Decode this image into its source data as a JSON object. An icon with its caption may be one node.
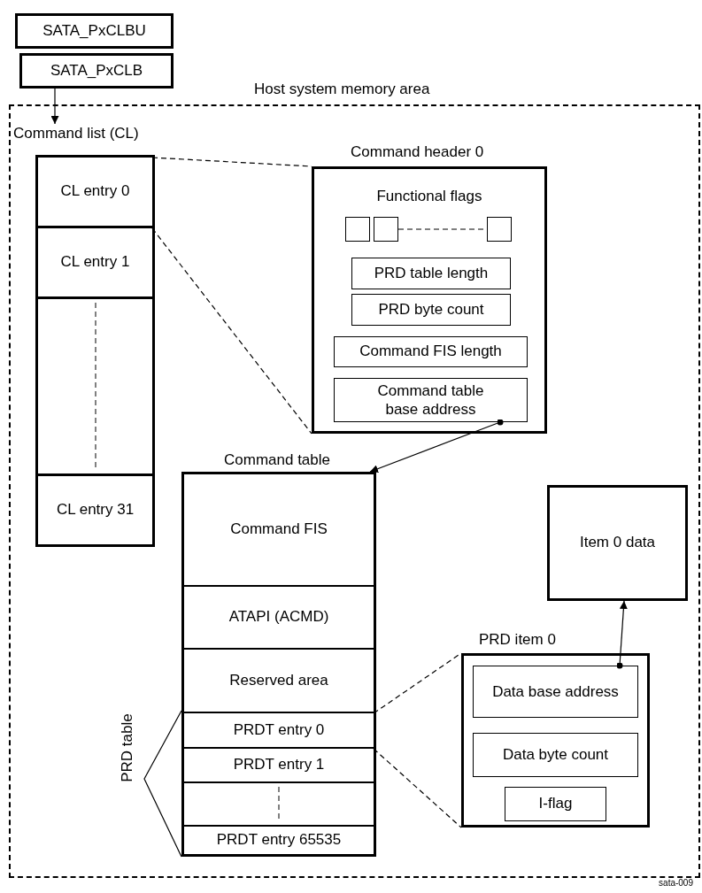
{
  "diagram": {
    "nodes": [
      {
        "text": [
          "SATA_PxCLBU"
        ]
      },
      {
        "text": [
          "SATA_PxCLB"
        ]
      },
      {
        "text": [
          "Host system memory area"
        ]
      },
      {
        "text": [
          "Command list (CL)"
        ],
        "in": 2
      },
      {
        "text": [
          "CL entry 0"
        ],
        "in": 3
      },
      {
        "text": [
          "CL entry 1"
        ],
        "in": 3
      },
      {
        "text": [],
        "shape": "box",
        "in": 3
      },
      {
        "text": [
          "CL entry 31"
        ],
        "in": 3
      },
      {
        "text": [
          "Command header 0",
          "Functional flags"
        ],
        "in": 2
      },
      {
        "text": [],
        "shape": "box",
        "in": 8
      },
      {
        "text": [],
        "shape": "box",
        "in": 8
      },
      {
        "text": [],
        "shape": "box",
        "in": 8
      },
      {
        "text": [
          "PRD table length"
        ],
        "in": 8
      },
      {
        "text": [
          "PRD byte count"
        ],
        "in": 8
      },
      {
        "text": [
          "Command FIS  length"
        ],
        "in": 8
      },
      {
        "text": [
          "Command table base  address"
        ],
        "in": 8
      },
      {
        "text": [
          "Command table"
        ],
        "in": 2
      },
      {
        "text": [
          "Command FIS"
        ],
        "in": 16
      },
      {
        "text": [
          "ATAPI (ACMD)"
        ],
        "in": 16
      },
      {
        "text": [
          "Reserved area"
        ],
        "in": 16
      },
      {
        "text": [
          "PRDT entry 0"
        ],
        "in": 16
      },
      {
        "text": [
          "PRDT entry 1"
        ],
        "in": 16
      },
      {
        "text": [],
        "shape": "box",
        "in": 16
      },
      {
        "text": [
          "PRDT entry 65535"
        ],
        "in": 16
      },
      {
        "text": [
          "Item 0 data"
        ],
        "in": 2
      },
      {
        "text": [
          "PRD item 0"
        ],
        "in": 2
      },
      {
        "text": [
          "Data base address"
        ],
        "in": 25
      },
      {
        "text": [
          "Data byte count"
        ],
        "in": 25
      },
      {
        "text": [
          "I-flag"
        ],
        "in": 25
      }
    ],
    "edges": [
      {
        "from": 1,
        "to": 3,
        "arrow": "to"
      },
      {
        "from": 4,
        "to": 8,
        "arrow": "none",
        "style": "dashed"
      },
      {
        "from": 4,
        "to": 8,
        "arrow": "none",
        "style": "dashed"
      },
      {
        "from": 10,
        "to": 11,
        "arrow": "none",
        "style": "dashed"
      },
      {
        "from": 15,
        "to": 16,
        "arrow": "to"
      },
      {
        "from": 20,
        "to": 25,
        "arrow": "none",
        "style": "dashed"
      },
      {
        "from": 20,
        "to": 25,
        "arrow": "none",
        "style": "dashed"
      },
      {
        "from": 26,
        "to": 24,
        "arrow": "to"
      }
    ],
    "labels": [
      "PRD table",
      "sata-009"
    ]
  }
}
